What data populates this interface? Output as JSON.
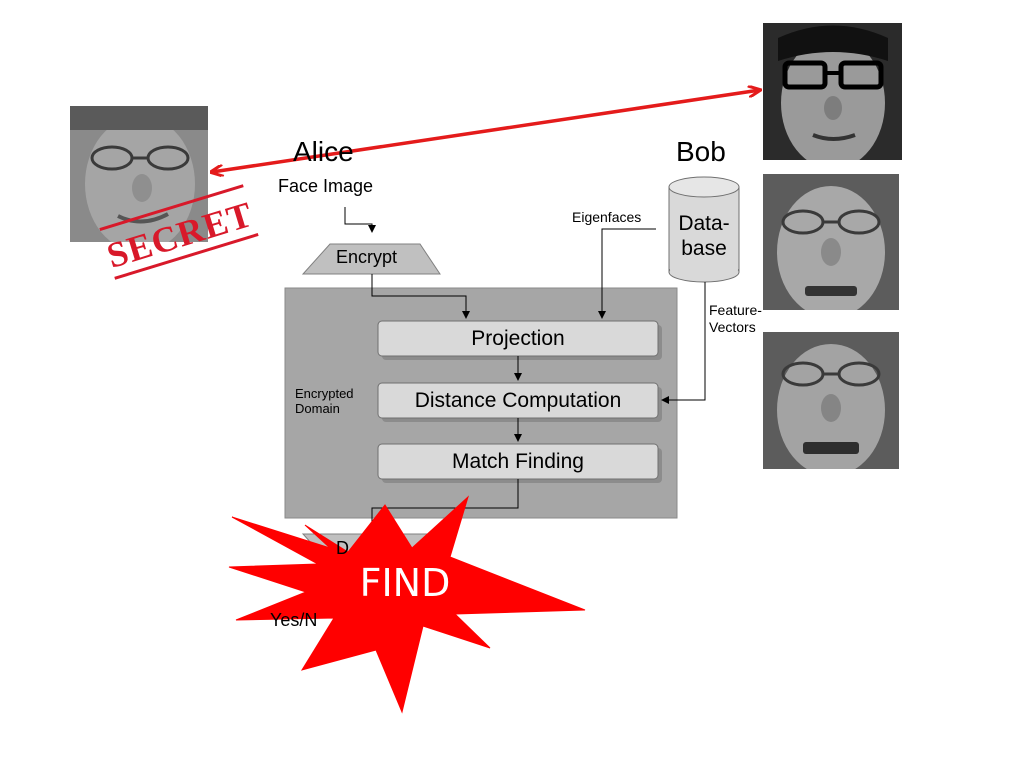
{
  "parties": {
    "alice": "Alice",
    "bob": "Bob"
  },
  "inputs": {
    "face_image": "Face Image",
    "eigenfaces": "Eigenfaces",
    "feature_vectors": "Feature-\nVectors"
  },
  "blocks": {
    "encrypt": "Encrypt",
    "decrypt_partial": "D",
    "projection": "Projection",
    "distance": "Distance Computation",
    "match": "Match Finding"
  },
  "database": {
    "label": "Data-\nbase"
  },
  "domain_label": "Encrypted\nDomain",
  "result_partial": "Yes/N",
  "stamp_text": "SECRET",
  "burst_text": "FIND",
  "colors": {
    "arrow_red": "#e41b1b",
    "burst_red": "#ff0000",
    "domain_gray": "#a6a6a6",
    "box_fill": "#d9d9d9"
  },
  "icons": {
    "secret_face": "grayscale-face-photo",
    "match_faces": [
      "grayscale-face-photo-glasses",
      "grayscale-face-photo",
      "grayscale-face-photo"
    ]
  }
}
